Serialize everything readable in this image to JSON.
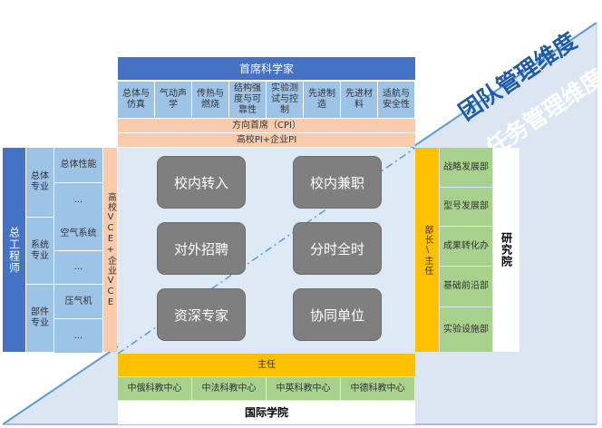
{
  "dimensions": {
    "team": "团队管理维度",
    "task": "任务管理维度"
  },
  "chief_scientist": {
    "title": "首席科学家",
    "fields": [
      "总体与仿真",
      "气动声学",
      "传热与燃烧",
      "结构强度与可靠性",
      "实验测试与控制",
      "先进制造",
      "先进材料",
      "适航与安全性"
    ],
    "cpi": "方向首席（CPI）",
    "pi": "高校PI+企业PI"
  },
  "chief_engineer": {
    "title": "总工程师",
    "groups": [
      {
        "name": "总体专业",
        "items": [
          "总体性能",
          "..."
        ]
      },
      {
        "name": "系统专业",
        "items": [
          "空气系统",
          "..."
        ]
      },
      {
        "name": "部件专业",
        "items": [
          "压气机",
          "..."
        ]
      }
    ],
    "vce": "高校VCE+企业VCE"
  },
  "center": {
    "buttons": [
      "校内转入",
      "校内兼职",
      "对外招聘",
      "分时全时",
      "资深专家",
      "协同单位"
    ]
  },
  "institute": {
    "head": "部长\\主任",
    "departments": [
      "战略发展部",
      "型号发展部",
      "成果转化办",
      "基础前沿部",
      "实验设施部"
    ],
    "title": "研究院"
  },
  "intl_college": {
    "head": "主任",
    "centers": [
      "中俄科教中心",
      "中法科教中心",
      "中英科教中心",
      "中德科教中心"
    ],
    "title": "国际学院"
  },
  "colors": {
    "blue": "#4472c4",
    "light_blue": "#9dc3e6",
    "peach": "#f8cbad",
    "yellow": "#ffc000",
    "green": "#a9d18e",
    "panel": "#dde9f5",
    "triangle": "#dce6f2"
  }
}
